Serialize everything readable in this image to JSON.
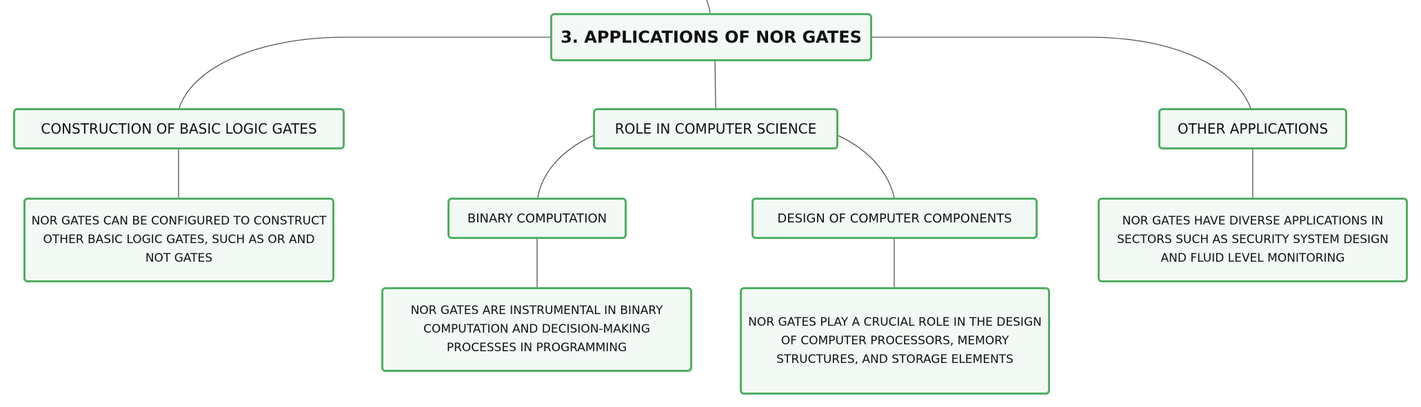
{
  "colors": {
    "node_border": "#4fb062",
    "node_fill": "#f3f9f4",
    "connector": "#555555",
    "text": "#111111"
  },
  "root": {
    "title": "3. APPLICATIONS OF NOR GATES"
  },
  "branches": [
    {
      "title": "CONSTRUCTION OF BASIC LOGIC GATES",
      "description": "NOR GATES CAN BE CONFIGURED TO CONSTRUCT OTHER BASIC LOGIC GATES, SUCH AS OR AND NOT GATES"
    },
    {
      "title": "ROLE IN COMPUTER SCIENCE",
      "children": [
        {
          "title": "BINARY COMPUTATION",
          "description": "NOR GATES ARE INSTRUMENTAL IN BINARY COMPUTATION AND DECISION-MAKING PROCESSES IN PROGRAMMING"
        },
        {
          "title": "DESIGN OF COMPUTER COMPONENTS",
          "description": "NOR GATES PLAY A CRUCIAL ROLE IN THE DESIGN OF COMPUTER PROCESSORS, MEMORY STRUCTURES, AND STORAGE ELEMENTS"
        }
      ]
    },
    {
      "title": "OTHER APPLICATIONS",
      "description": "NOR GATES HAVE DIVERSE APPLICATIONS IN SECTORS SUCH AS SECURITY SYSTEM DESIGN AND FLUID LEVEL MONITORING"
    }
  ]
}
